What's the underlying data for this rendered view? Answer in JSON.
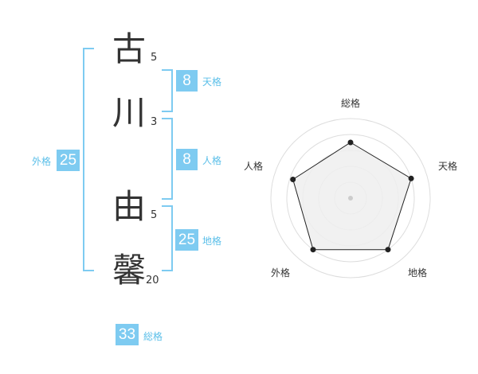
{
  "name_chars": [
    {
      "char": "古",
      "strokes": "5"
    },
    {
      "char": "川",
      "strokes": "3"
    },
    {
      "char": "由",
      "strokes": "5"
    },
    {
      "char": "馨",
      "strokes": "20"
    }
  ],
  "fortunes": {
    "tenkaku": {
      "value": "8",
      "label": "天格"
    },
    "jinkaku": {
      "value": "8",
      "label": "人格"
    },
    "chikaku": {
      "value": "25",
      "label": "地格"
    },
    "gaikaku": {
      "value": "25",
      "label": "外格"
    },
    "soukaku": {
      "value": "33",
      "label": "総格"
    }
  },
  "radar": {
    "labels": {
      "top": "総格",
      "right": "天格",
      "bottom_right": "地格",
      "bottom_left": "外格",
      "left": "人格"
    },
    "levels_max": 5,
    "values": [
      3.5,
      4.0,
      4.0,
      4.0,
      3.8
    ],
    "colors": {
      "rings": "#dddddd",
      "fill": "#eeeeee",
      "fill_opacity": "0.85",
      "stroke": "#222222",
      "point": "#222222",
      "center": "#cccccc"
    }
  },
  "colors": {
    "accent": "#7ecbf1",
    "accent_text": "#5bbfe9",
    "text": "#333333"
  }
}
